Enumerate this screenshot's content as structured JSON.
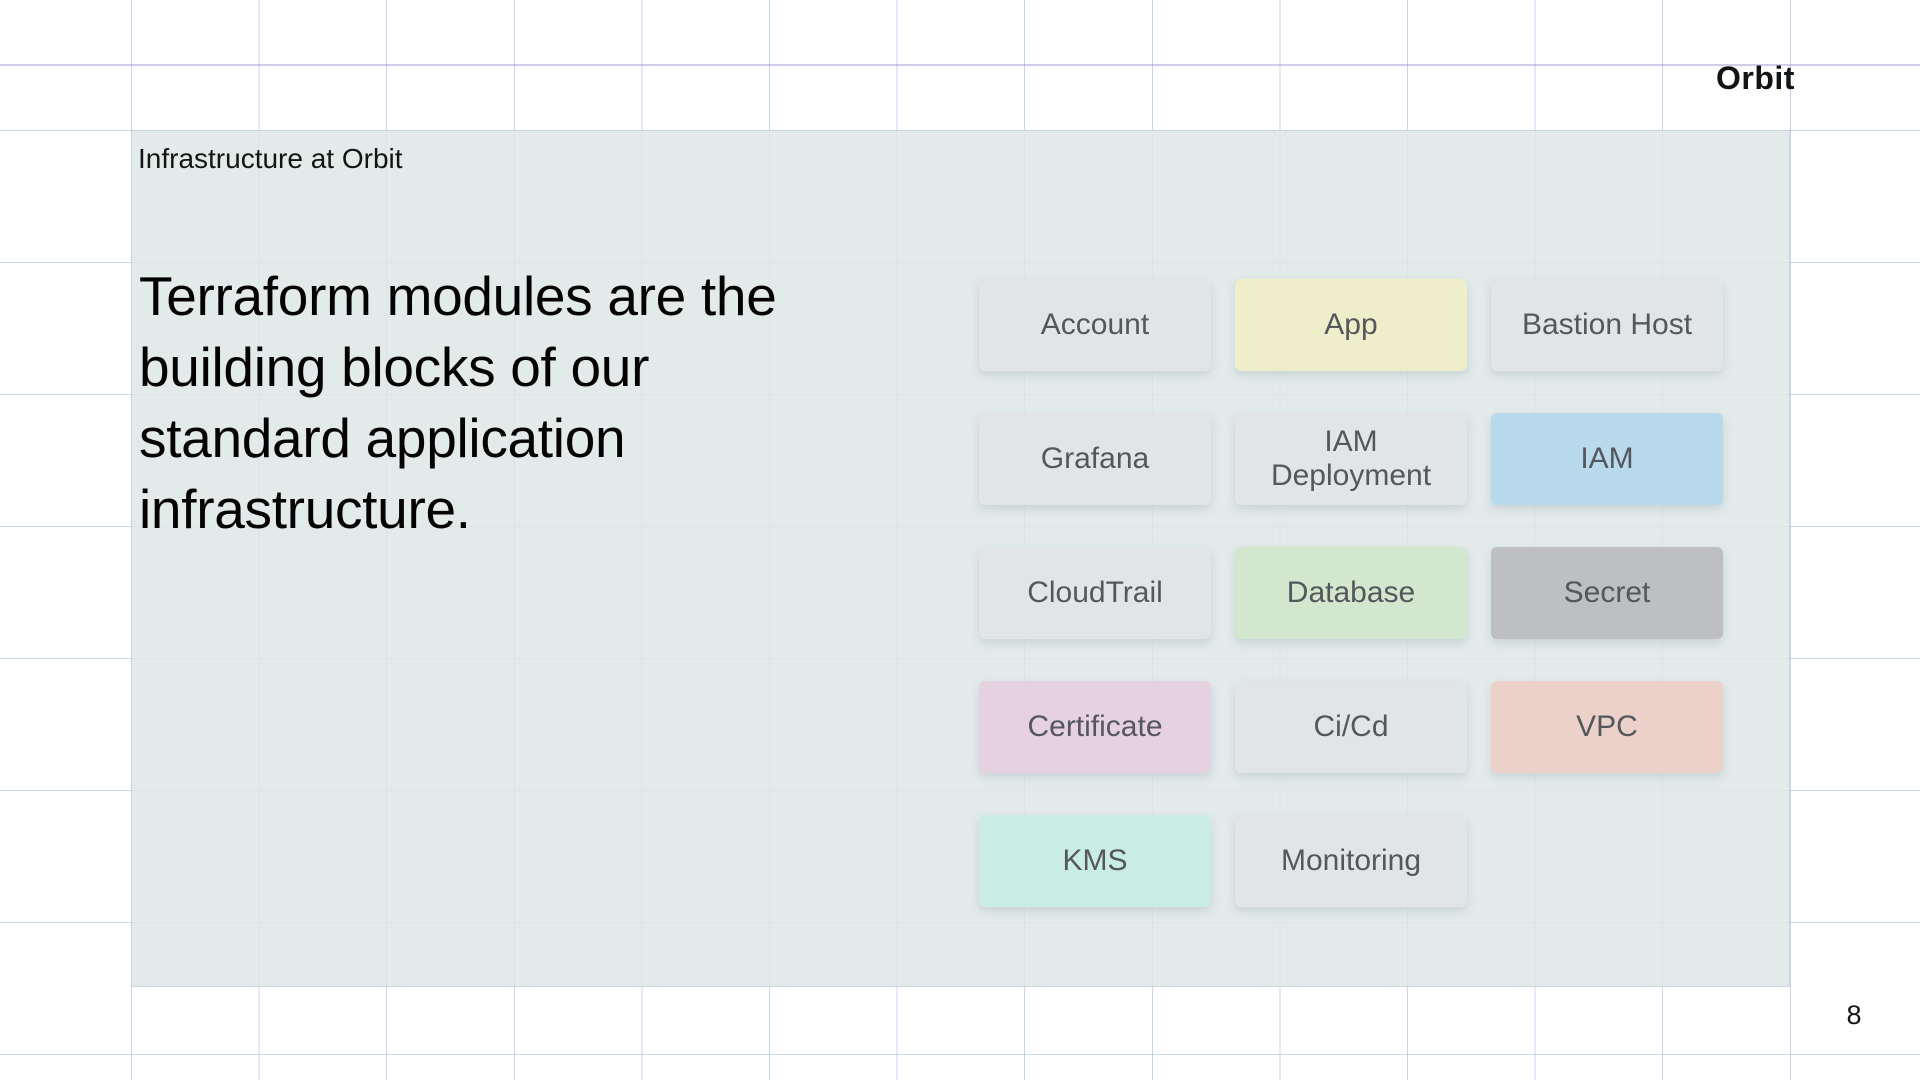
{
  "brand": {
    "wordmark": "Orbit"
  },
  "slide": {
    "header": "Infrastructure at Orbit",
    "statement": "Terraform modules are the building blocks of our standard application infrastructure.",
    "statement_lines": [
      "Terraform modules are the",
      "building blocks of our",
      "standard application",
      "infrastructure."
    ],
    "page_number": "8"
  },
  "modules": [
    {
      "label": "Account",
      "color": "#e2e5e6"
    },
    {
      "label": "App",
      "color": "#eeeecb"
    },
    {
      "label": "Bastion Host",
      "color": "#e2e5e6"
    },
    {
      "label": "Grafana",
      "color": "#e2e5e6"
    },
    {
      "label": "IAM Deployment",
      "color": "#e2e5e6"
    },
    {
      "label": "IAM",
      "color": "#b9d9ed"
    },
    {
      "label": "CloudTrail",
      "color": "#e2e5e6"
    },
    {
      "label": "Database",
      "color": "#d2e7cd"
    },
    {
      "label": "Secret",
      "color": "#bdbfc1"
    },
    {
      "label": "Certificate",
      "color": "#e6d2de"
    },
    {
      "label": "Ci/Cd",
      "color": "#e2e5e6"
    },
    {
      "label": "VPC",
      "color": "#ebd1c9"
    },
    {
      "label": "KMS",
      "color": "#c9ede5"
    },
    {
      "label": "Monitoring",
      "color": "#e2e5e6"
    }
  ],
  "colors": {
    "accent_line": "#cfc6ec",
    "grid_line": "#c5d8ee",
    "panel_bg": "#e7eded",
    "module_text": "#54585c",
    "module_gray": "#e2e5e6"
  }
}
